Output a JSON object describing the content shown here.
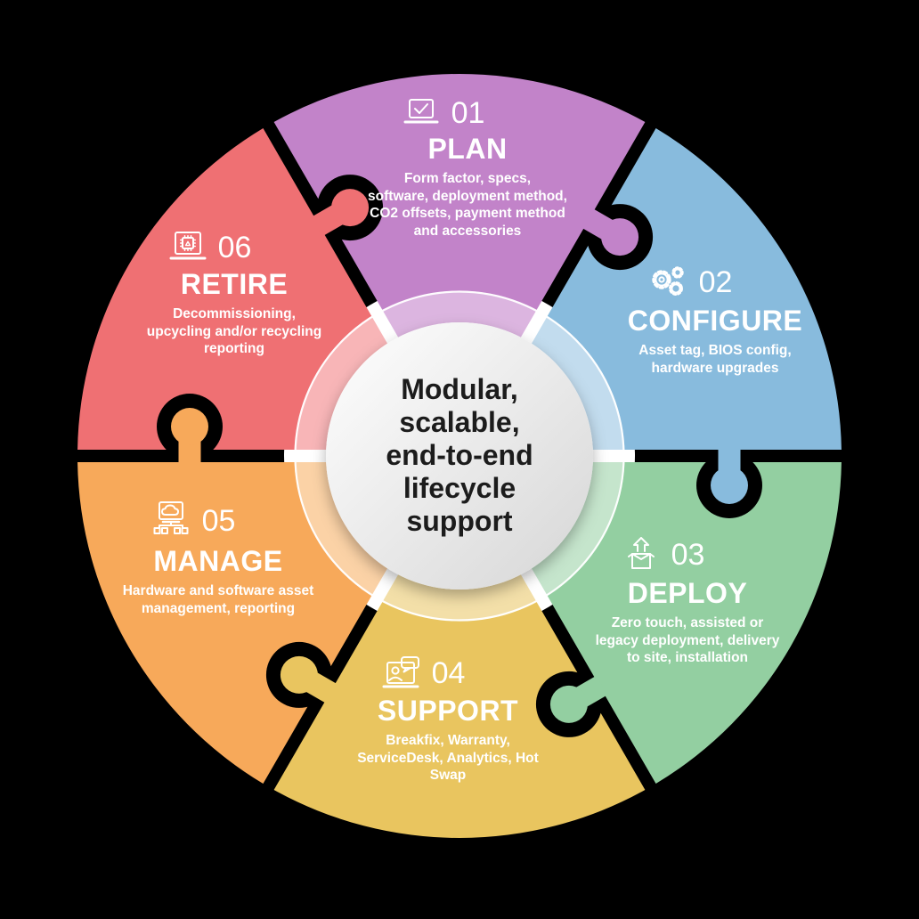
{
  "wheel": {
    "center_text": {
      "lines": [
        "Modular,",
        "scalable,",
        "end-to-end",
        "lifecycle",
        "support"
      ],
      "text_color": "#1c1c1c"
    },
    "segments": [
      {
        "id": "plan",
        "number": "01",
        "title": "PLAN",
        "description": "Form factor, specs,\nsoftware, deployment method,\nCO2 offsets, payment method\nand accessories",
        "color": "#c283c9",
        "tint": "#dcb5e0",
        "icon": "laptop-checklist-icon",
        "angle": 0
      },
      {
        "id": "configure",
        "number": "02",
        "title": "CONFIGURE",
        "description": "Asset tag, BIOS config,\nhardware upgrades",
        "color": "#88bbdd",
        "tint": "#c2dcee",
        "icon": "gears-icon",
        "angle": 60
      },
      {
        "id": "deploy",
        "number": "03",
        "title": "DEPLOY",
        "description": "Zero touch, assisted or\nlegacy deployment, delivery\nto site, installation",
        "color": "#93cfa1",
        "tint": "#c5e5cc",
        "icon": "unbox-arrow-icon",
        "angle": 120
      },
      {
        "id": "support",
        "number": "04",
        "title": "SUPPORT",
        "description": "Breakfix, Warranty,\nServiceDesk, Analytics, Hot\nSwap",
        "color": "#e9c55f",
        "tint": "#f3dfa8",
        "icon": "helpdesk-laptop-icon",
        "angle": 180
      },
      {
        "id": "manage",
        "number": "05",
        "title": "MANAGE",
        "description": "Hardware and software asset\nmanagement, reporting",
        "color": "#f7a95a",
        "tint": "#fbd2a6",
        "icon": "cloud-network-icon",
        "angle": 240
      },
      {
        "id": "retire",
        "number": "06",
        "title": "RETIRE",
        "description": "Decommissioning,\nupcycling and/or recycling\nreporting",
        "color": "#ef7073",
        "tint": "#f8b5b7",
        "icon": "recycle-laptop-icon",
        "angle": 300
      }
    ]
  }
}
